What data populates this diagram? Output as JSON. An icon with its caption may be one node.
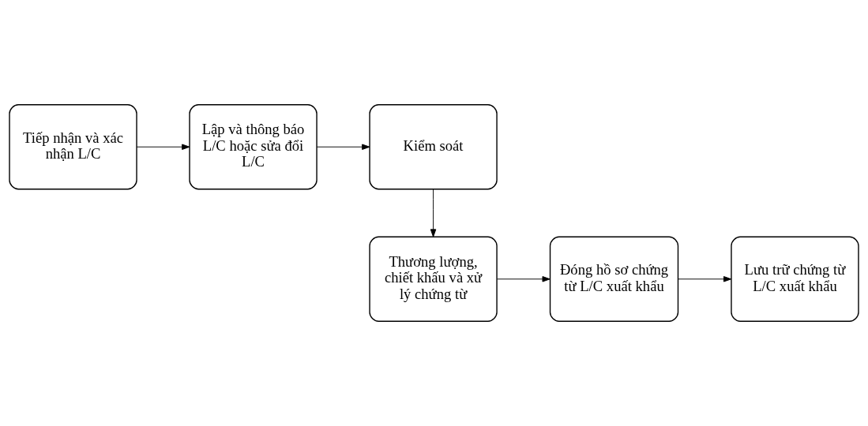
{
  "diagram": {
    "nodes": [
      {
        "text": [
          "Tiếp nhận và xác nhận L/C"
        ]
      },
      {
        "text": [
          "Lập và thông báo L/C hoặc sửa đổi L/C"
        ]
      },
      {
        "text": [
          "Kiểm soát"
        ]
      },
      {
        "text": [
          "Thương lượng, chiết khấu và xử lý chứng từ"
        ]
      },
      {
        "text": [
          "Đóng hồ sơ chứng từ L/C xuất khẩu"
        ]
      },
      {
        "text": [
          "Lưu trữ chứng từ L/C xuất khẩu"
        ]
      }
    ],
    "edges": [
      {
        "from": 0,
        "to": 1,
        "arrow": "to"
      },
      {
        "from": 1,
        "to": 2,
        "arrow": "to"
      },
      {
        "from": 2,
        "to": 3,
        "arrow": "to"
      },
      {
        "from": 3,
        "to": 4,
        "arrow": "to"
      },
      {
        "from": 4,
        "to": 5,
        "arrow": "to"
      }
    ]
  }
}
